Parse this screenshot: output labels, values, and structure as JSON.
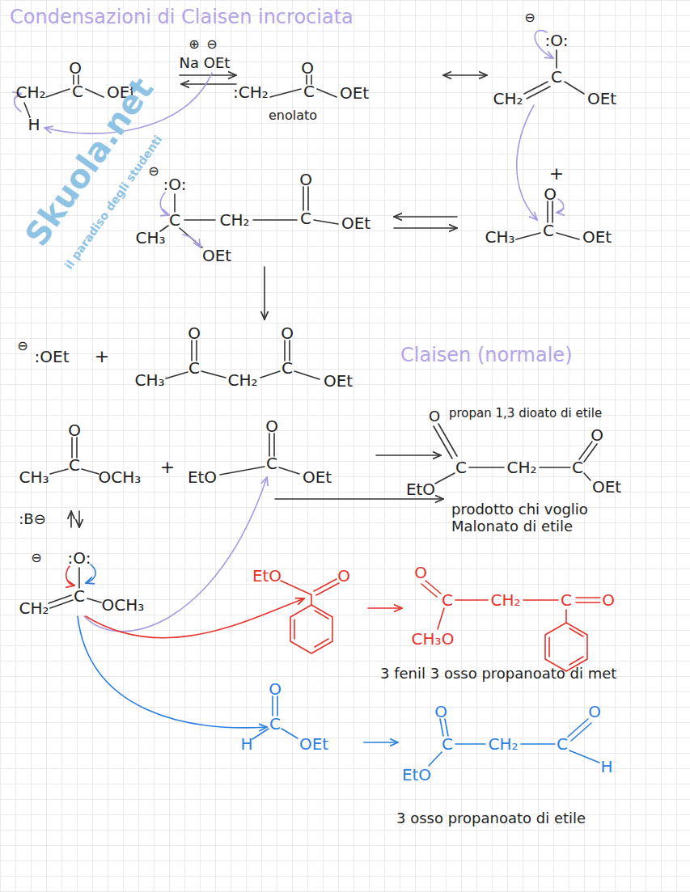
{
  "diagram": {
    "title": "Condensazioni di Claisen incrociata",
    "labels": [
      "O",
      "C",
      "CH₂",
      "OEt",
      "H",
      "⊕",
      "⊖",
      "Na OEt",
      ":CH₂",
      "O",
      "C",
      "OEt",
      "enolato",
      "⊖",
      ":O:",
      "C",
      "CH₂",
      "OEt",
      "+",
      "O",
      "C",
      "CH₃",
      "OEt",
      "⊖",
      ":O:",
      "C",
      "CH₂",
      "C",
      "O",
      "OEt",
      "CH₃",
      "OEt",
      "⊖",
      ":OEt",
      "+",
      "CH₃",
      "C",
      "O",
      "CH₂",
      "C",
      "O",
      "OEt",
      "Claisen (normale)",
      "O",
      "C",
      "CH₃",
      "OCH₃",
      "+",
      "EtO",
      "O",
      "C",
      "OEt",
      "O",
      "propan 1,3 dioato di etile",
      "EtO",
      "C",
      "CH₂",
      "C",
      "O",
      "OEt",
      "prodotto chi voglio Malonato di etile",
      ":B⊖",
      "⊖",
      ":O:",
      "C",
      "CH₂",
      "OCH₃",
      "EtO",
      "O",
      "O",
      "C",
      "CH₂",
      "C",
      "O",
      "CH₃O",
      "3 fenil 3 osso propanoato di met",
      "O",
      "C",
      "H",
      "OEt",
      "O",
      "C",
      "EtO",
      "CH₂",
      "C",
      "O",
      "H",
      "3 osso propanoato di etile",
      "Skuola.net",
      "il paradiso degli studenti"
    ]
  }
}
